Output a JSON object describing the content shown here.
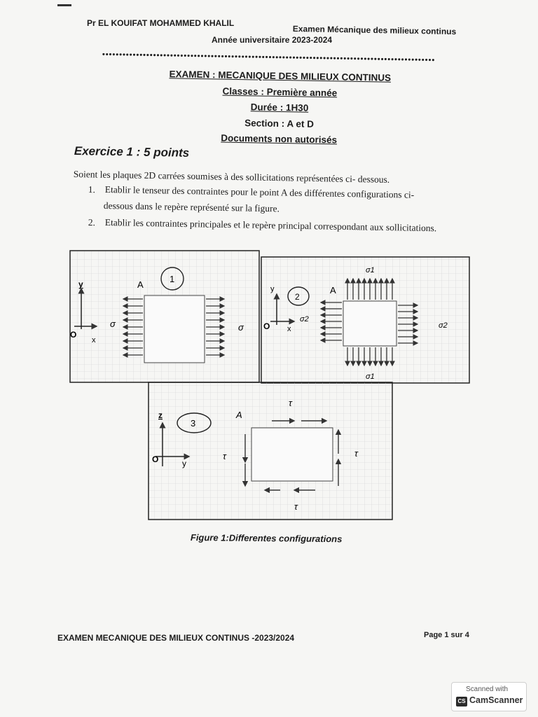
{
  "header": {
    "author": "Pr EL KOUIFAT MOHAMMED KHALIL",
    "exam_label": "Examen Mécanique des milieux continus",
    "academic_year": "Année universitaire 2023-2024"
  },
  "title_block": {
    "exam_title": "EXAMEN : MECANIQUE DES MILIEUX CONTINUS",
    "classes": "Classes : Première année",
    "duration": "Durée : 1H30",
    "section": "Section : A et D",
    "documents": "Documents non autorisés"
  },
  "exercise": {
    "title": "Exercice 1 : 5 points",
    "intro": "Soient les plaques 2D carrées soumises à des sollicitations représentées ci- dessous.",
    "items": [
      {
        "num": "1.",
        "line1": "Etablir le tenseur des contraintes pour le point A des différentes configurations ci-",
        "line2": "dessous dans le repère représenté sur la figure."
      },
      {
        "num": "2.",
        "line1": "Etablir les contraintes principales et le repère principal correspondant aux sollicitations.",
        "line2": ""
      }
    ]
  },
  "figure": {
    "caption": "Figure 1:Differentes configurations",
    "panel1": {
      "number": "1",
      "point": "A",
      "axis_y": "y",
      "axis_x": "x",
      "origin": "O",
      "left_load": "σ",
      "right_load": "σ"
    },
    "panel2": {
      "number": "2",
      "point": "A",
      "axis_y": "y",
      "axis_x": "x",
      "origin": "O",
      "top_load": "σ1",
      "bottom_load": "σ1",
      "left_load": "σ2",
      "right_load": "σ2"
    },
    "panel3": {
      "number": "3",
      "point": "A",
      "axis_z": "z",
      "axis_y": "y",
      "origin": "O",
      "top_load": "τ",
      "bottom_load": "τ",
      "left_load": "τ",
      "right_load": "τ"
    }
  },
  "footer": {
    "left": "EXAMEN MECANIQUE DES MILIEUX CONTINUS -2023/2024",
    "right": "Page 1 sur 4"
  },
  "scanner_badge": {
    "line1": "Scanned with",
    "logo": "CS",
    "line2": "CamScanner"
  }
}
